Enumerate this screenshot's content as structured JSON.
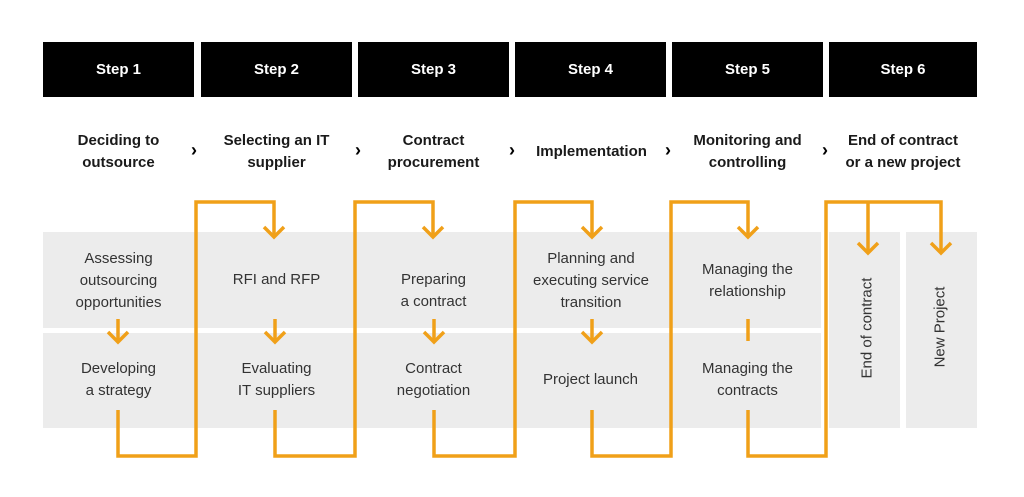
{
  "steps": [
    {
      "label": "Step 1",
      "phase": [
        "Deciding to",
        "outsource"
      ],
      "upper": [
        "Assessing",
        "outsourcing",
        "opportunities"
      ],
      "lower": [
        "Developing",
        "a strategy"
      ]
    },
    {
      "label": "Step 2",
      "phase": [
        "Selecting an IT",
        "supplier"
      ],
      "upper": [
        "RFI and RFP"
      ],
      "lower": [
        "Evaluating",
        "IT suppliers"
      ]
    },
    {
      "label": "Step 3",
      "phase": [
        "Contract",
        "procurement"
      ],
      "upper": [
        "Preparing",
        "a contract"
      ],
      "lower": [
        "Contract",
        "negotiation"
      ]
    },
    {
      "label": "Step 4",
      "phase": [
        "Implementation"
      ],
      "upper": [
        "Planning and",
        "executing service",
        "transition"
      ],
      "lower": [
        "Project launch"
      ]
    },
    {
      "label": "Step 5",
      "phase": [
        "Monitoring and",
        "controlling"
      ],
      "upper": [
        "Managing the",
        "relationship"
      ],
      "lower": [
        "Managing the",
        "contracts"
      ]
    },
    {
      "label": "Step 6",
      "phase": [
        "End of contract",
        "or a new project"
      ],
      "outcomes": [
        "End of contract",
        "New Project"
      ]
    }
  ],
  "chevron": "›",
  "colors": {
    "header_bg": "#000000",
    "header_text": "#ffffff",
    "panel": "#ececec",
    "flow": "#f0a019",
    "phase_text": "#1a1a1a",
    "cell_text": "#333333"
  },
  "icons": {
    "flow_arrow": "arrow-down-icon",
    "separator": "chevron-right-icon"
  }
}
